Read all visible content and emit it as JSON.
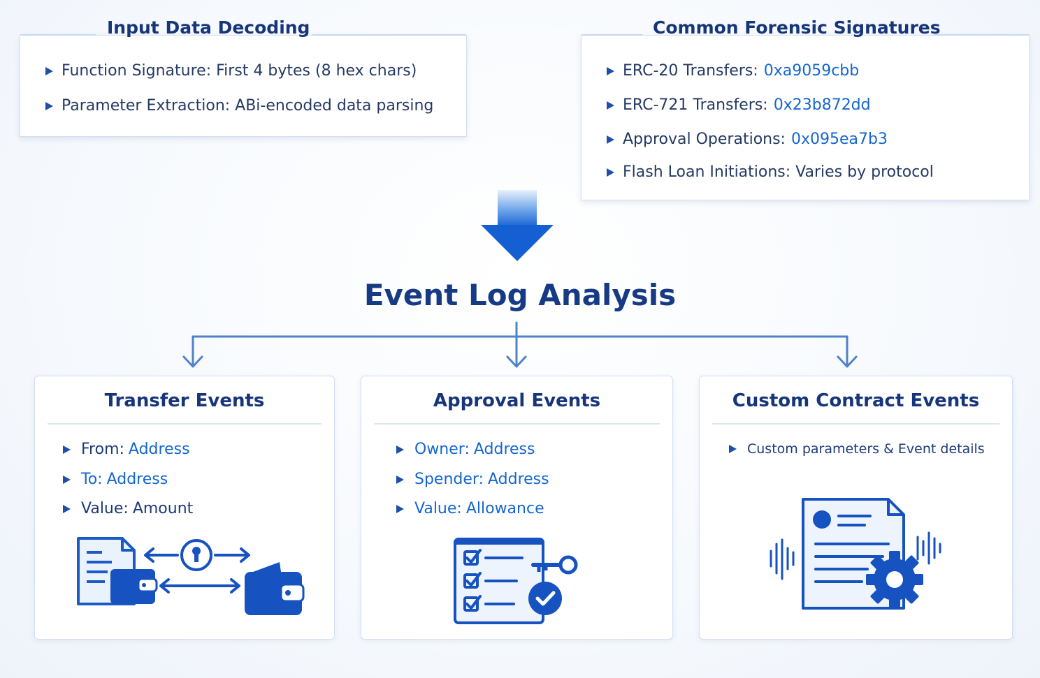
{
  "input_panel": {
    "title": "Input Data Decoding",
    "items": [
      "Function Signature: First 4 bytes (8 hex chars)",
      "Parameter Extraction: ABi-encoded data parsing"
    ]
  },
  "signatures_panel": {
    "title": "Common Forensic Signatures",
    "items": [
      {
        "label": "ERC-20 Transfers:",
        "value": "0xa9059cbb"
      },
      {
        "label": "ERC-721 Transfers:",
        "value": "0x23b872dd"
      },
      {
        "label": "Approval Operations:",
        "value": "0x095ea7b3"
      },
      {
        "label": "Flash Loan Initiations: Varies by protocol",
        "value": ""
      }
    ]
  },
  "main_title": "Event Log Analysis",
  "cards": [
    {
      "title": "Transfer Events",
      "rows": [
        {
          "key": "From:",
          "value": "Address"
        },
        {
          "key": "To:",
          "value": "Address"
        },
        {
          "key": "Value:",
          "value": "Amount"
        }
      ]
    },
    {
      "title": "Approval Events",
      "rows": [
        {
          "key": "Owner:",
          "value": "Address"
        },
        {
          "key": "Spender:",
          "value": "Address"
        },
        {
          "key": "Value:",
          "value": "Allowance"
        }
      ]
    },
    {
      "title": "Custom Contract Events",
      "rows": [
        {
          "key": "Custom parameters & Event details",
          "value": ""
        }
      ]
    }
  ],
  "colors": {
    "primary": "#1e4fa8",
    "accent": "#1566d0",
    "heading": "#17357a"
  },
  "icons": [
    "document-icon",
    "wallet-icon",
    "lock-icon",
    "exchange-arrows-icon",
    "checklist-icon",
    "key-icon",
    "checkmark-icon",
    "contract-document-icon",
    "gear-icon",
    "sound-waves-icon"
  ]
}
